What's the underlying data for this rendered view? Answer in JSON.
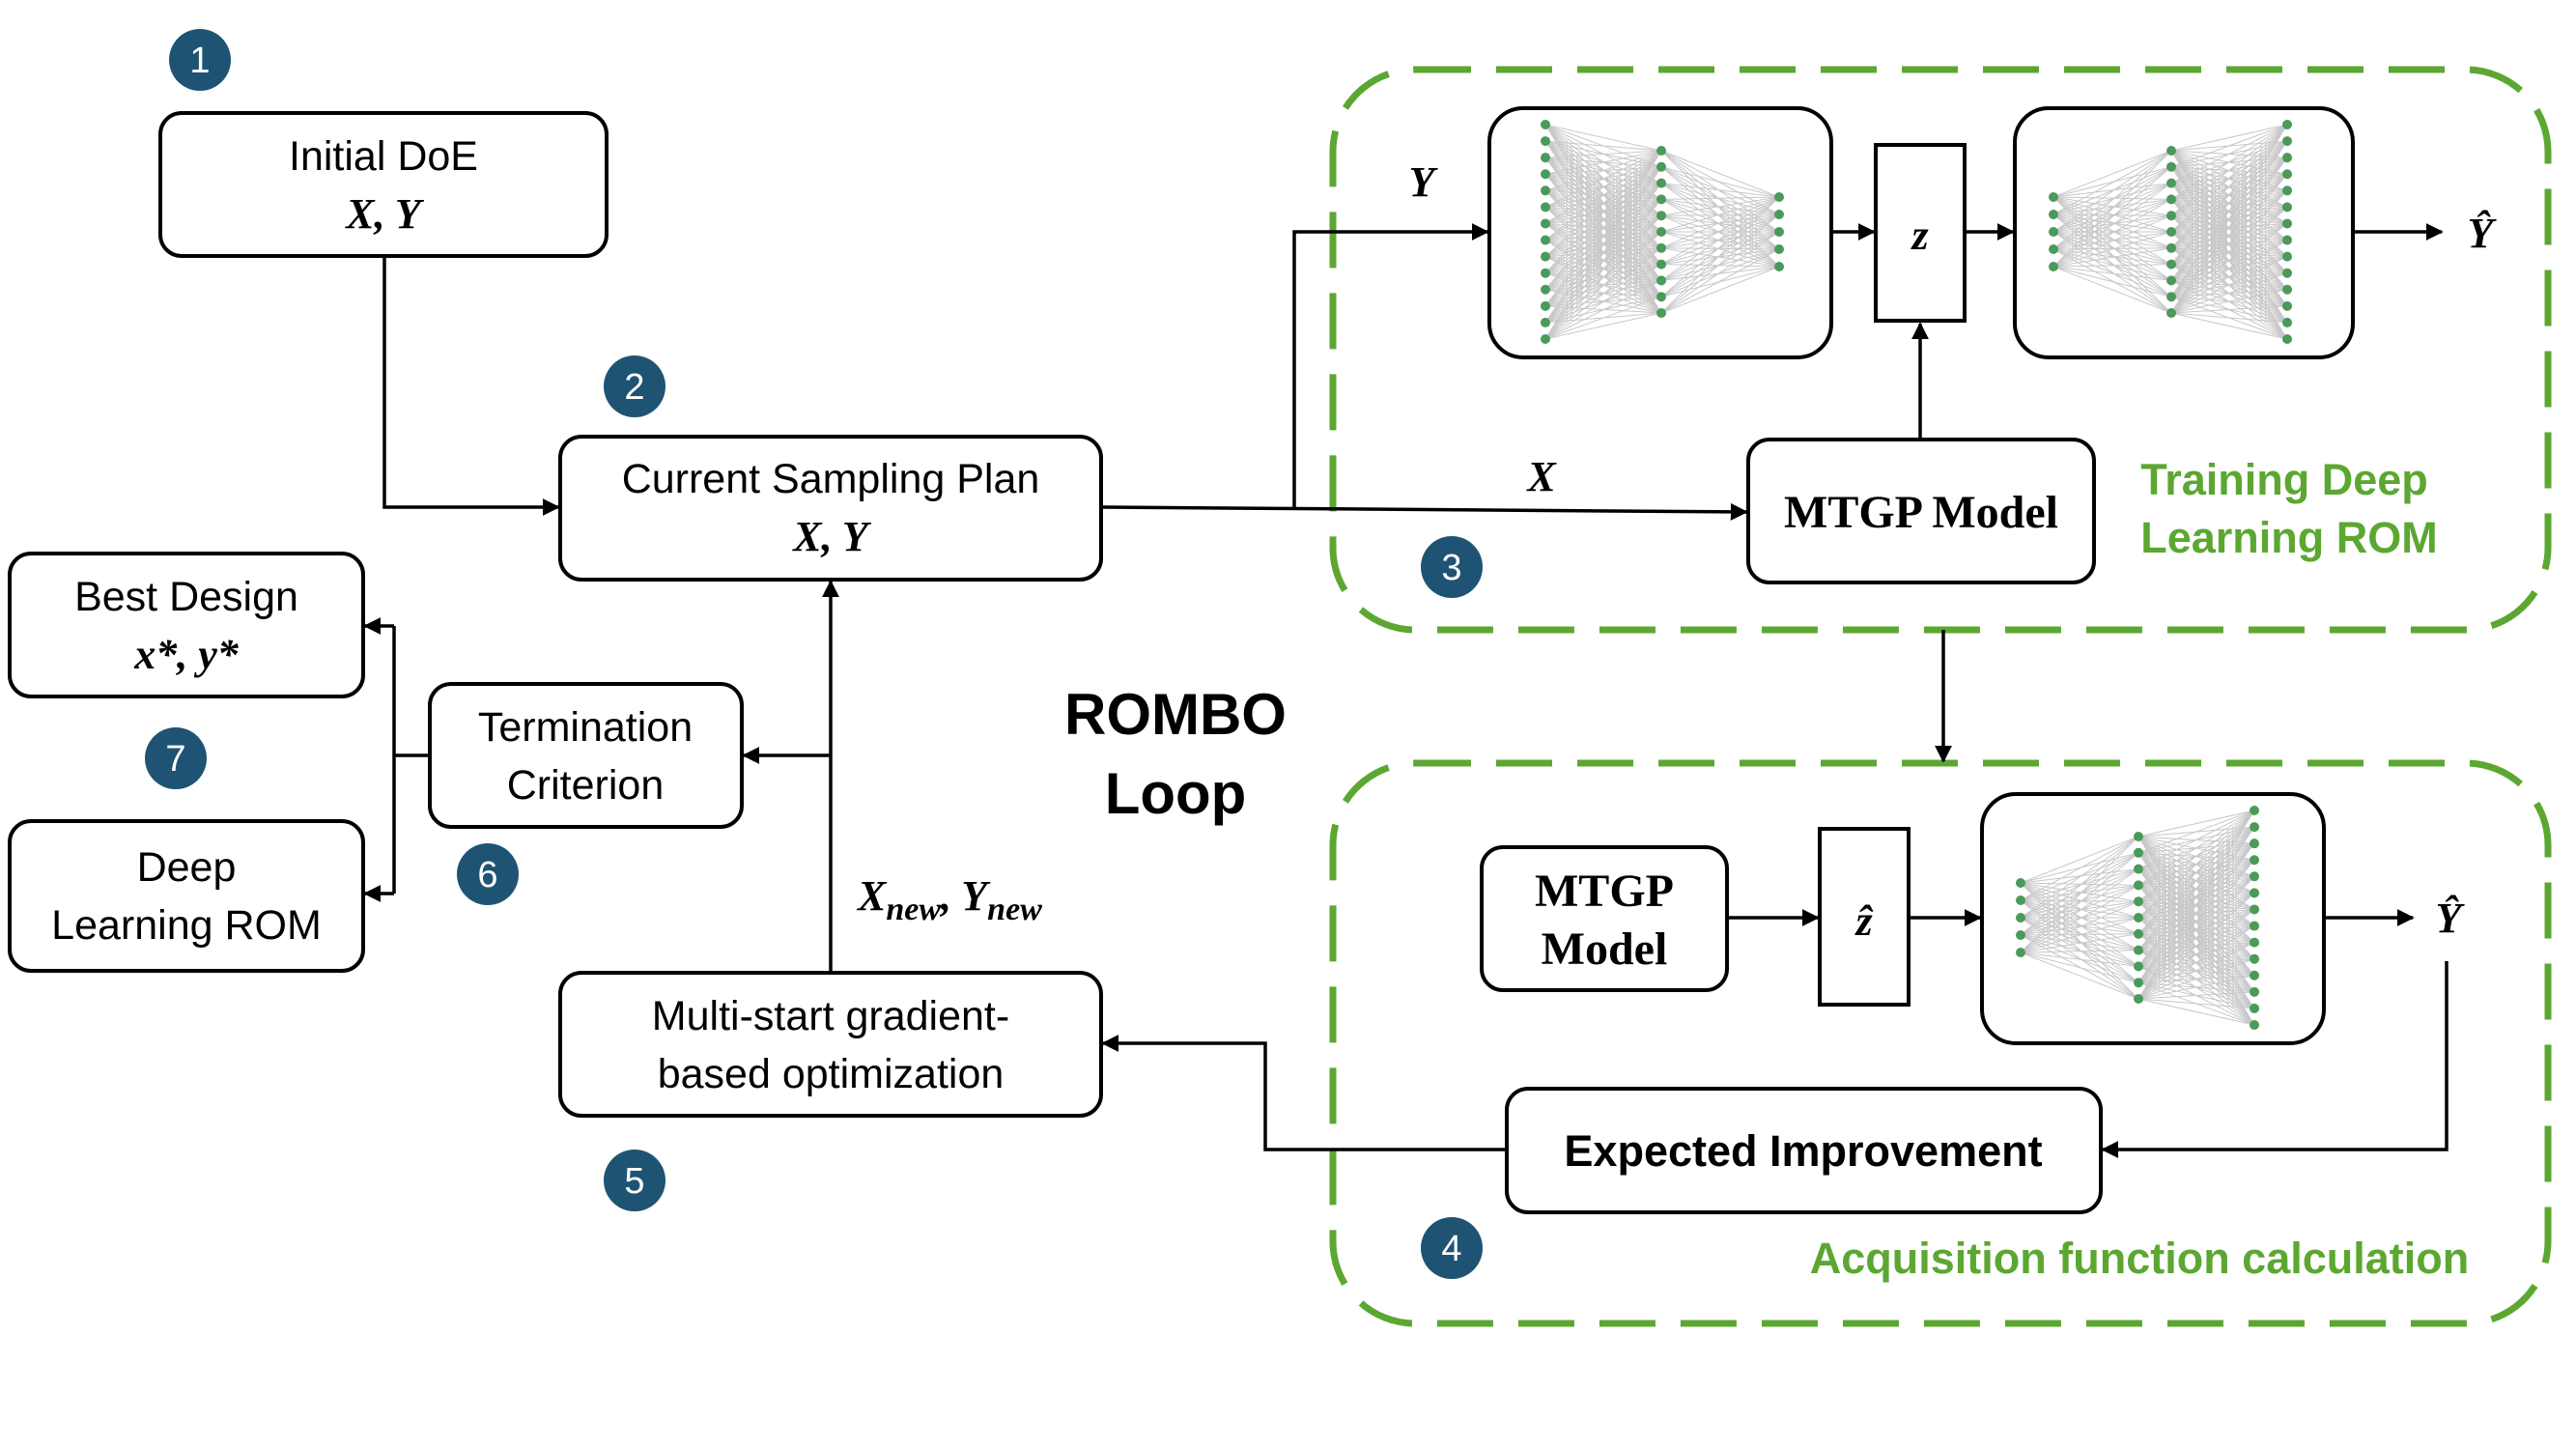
{
  "colors": {
    "badge": "#1e5373",
    "green": "#5ca732",
    "node": "#4a9a5a",
    "edge": "#c8c8c8",
    "stroke": "#000000"
  },
  "steps": [
    "1",
    "2",
    "3",
    "4",
    "5",
    "6",
    "7"
  ],
  "boxes": {
    "initial_doe": {
      "line1": "Initial DoE",
      "line2": "X, Y"
    },
    "sampling_plan": {
      "line1": "Current Sampling Plan",
      "line2": "X, Y"
    },
    "best_design": {
      "line1": "Best Design",
      "line2": "x*, y*"
    },
    "dl_rom": {
      "line1": "Deep",
      "line2": "Learning ROM"
    },
    "termination": {
      "line1": "Termination",
      "line2": "Criterion"
    },
    "optimization": {
      "line1": "Multi-start gradient-",
      "line2": "based optimization"
    },
    "expected_improvement": "Expected Improvement",
    "mtgp_top": "MTGP Model",
    "mtgp_bottom": {
      "line1": "MTGP",
      "line2": "Model"
    },
    "latent_top": "z",
    "latent_bottom": "ẑ"
  },
  "labels": {
    "y_in": "Y",
    "x_in": "X",
    "y_hat_top": "Ŷ",
    "y_hat_bottom": "Ŷ",
    "x_new": "X",
    "x_new_sub": "new",
    "y_new": "Y",
    "y_new_sub": "new",
    "loop_line1": "ROMBO",
    "loop_line2": "Loop"
  },
  "groups": {
    "training": {
      "line1": "Training Deep",
      "line2": "Learning ROM"
    },
    "acquisition": "Acquisition function calculation"
  },
  "icons": [
    "neural-network-encoder-icon",
    "neural-network-decoder-icon"
  ]
}
